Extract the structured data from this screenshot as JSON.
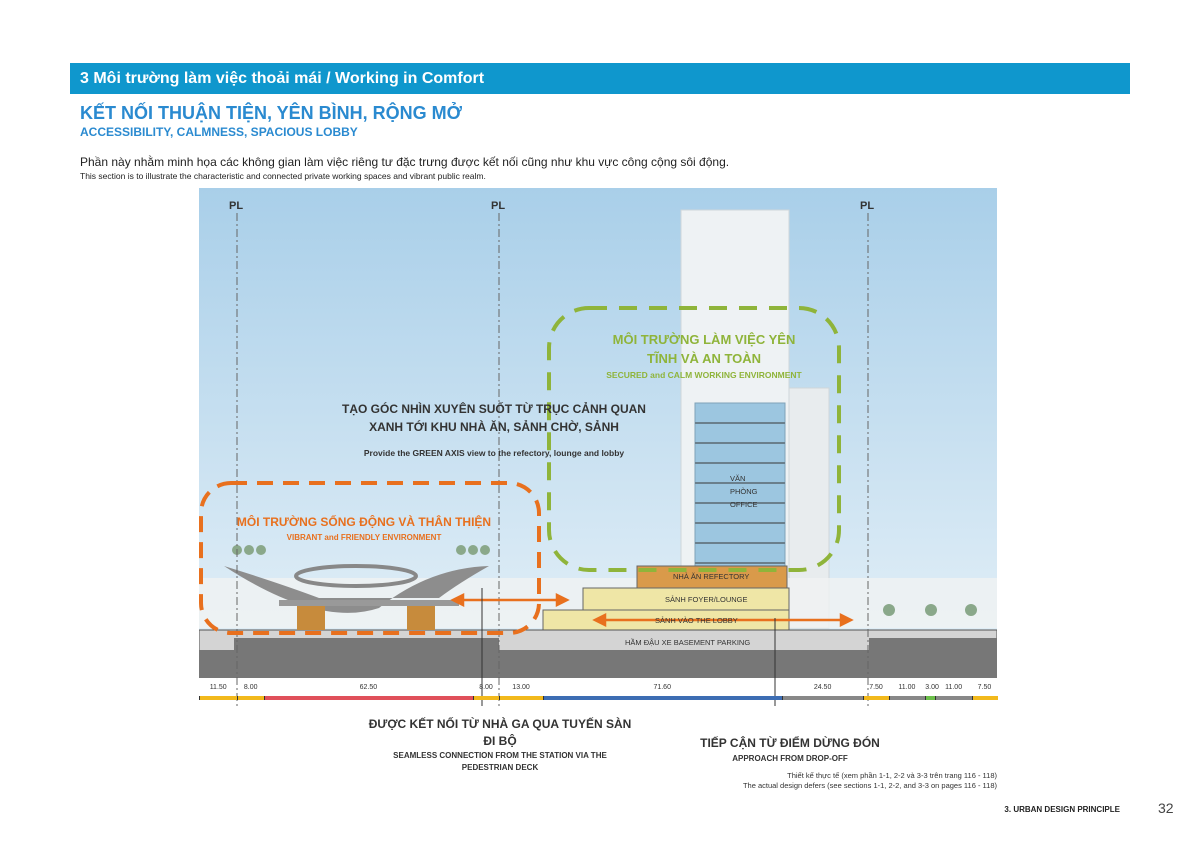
{
  "header": {
    "banner": "3 Môi trường làm việc thoải mái / Working in Comfort",
    "title_vi": "KẾT NỐI THUẬN TIỆN, YÊN BÌNH, RỘNG MỞ",
    "title_en": "ACCESSIBILITY, CALMNESS, SPACIOUS LOBBY",
    "intro_vi": "Phần này nhằm minh họa các không gian làm việc riêng tư đặc trưng được kết nối cũng như khu vực công cộng sôi động.",
    "intro_en": "This section is to illustrate the characteristic and connected private working spaces and vibrant public realm."
  },
  "diagram": {
    "pl": "PL",
    "working_vi_1": "MÔI TRƯỜNG LÀM VIỆC YÊN",
    "working_vi_2": "TĨNH VÀ AN TOÀN",
    "working_en": "SECURED and CALM WORKING ENVIRONMENT",
    "axis_vi_1": "TẠO GÓC NHÌN XUYÊN SUỐT TỪ TRỤC CẢNH QUAN",
    "axis_vi_2": "XANH TỚI KHU NHÀ ĂN, SẢNH CHỜ, SẢNH",
    "axis_en": "Provide the GREEN AXIS view to the refectory, lounge and lobby",
    "vibrant_vi": "MÔI TRƯỜNG SỐNG ĐỘNG VÀ THÂN THIỆN",
    "vibrant_en": "VIBRANT and FRIENDLY ENVIRONMENT",
    "office_1": "VĂN",
    "office_2": "PHÒNG",
    "office_3": "OFFICE",
    "refectory": "NHÀ ĂN REFECTORY",
    "lounge": "SẢNH FOYER/LOUNGE",
    "lobby": "SẢNH VÀO THE LOBBY",
    "parking": "HẦM ĐẬU XE BASEMENT PARKING",
    "dimensions": [
      {
        "v": "11.50",
        "n": 11.5,
        "c": "#f2b91c"
      },
      {
        "v": "8.00",
        "n": 8,
        "c": "#f2b91c"
      },
      {
        "v": "62.50",
        "n": 62.5,
        "c": "#e0505a"
      },
      {
        "v": "8.00",
        "n": 8,
        "c": "#f2b91c"
      },
      {
        "v": "13.00",
        "n": 13,
        "c": "#f2b91c"
      },
      {
        "v": "71.60",
        "n": 71.6,
        "c": "#3d6db3"
      },
      {
        "v": "24.50",
        "n": 24.5,
        "c": "#888888"
      },
      {
        "v": "7.50",
        "n": 7.5,
        "c": "#f2b91c"
      },
      {
        "v": "11.00",
        "n": 11,
        "c": "#888888"
      },
      {
        "v": "3.00",
        "n": 3,
        "c": "#6cbf4a"
      },
      {
        "v": "11.00",
        "n": 11,
        "c": "#888888"
      },
      {
        "v": "7.50",
        "n": 7.5,
        "c": "#f2b91c"
      }
    ]
  },
  "captions": {
    "connect_vi_1": "ĐƯỢC KẾT NỐI TỪ NHÀ GA QUA TUYẾN SÀN",
    "connect_vi_2": "ĐI BỘ",
    "connect_en_1": "SEAMLESS CONNECTION FROM THE STATION VIA THE",
    "connect_en_2": "PEDESTRIAN DECK",
    "approach_vi": "TIẾP CẬN TỪ ĐIỂM DỪNG ĐÓN",
    "approach_en": "APPROACH FROM DROP-OFF",
    "note_vi": "Thiết kế thực tế (xem phần 1-1, 2-2 và 3-3 trên trang 116 - 118)",
    "note_en": "The actual design defers (see sections 1-1, 2-2, and 3-3 on pages 116 - 118)"
  },
  "footer": {
    "section": "3. URBAN DESIGN PRINCIPLE",
    "page": "32"
  }
}
